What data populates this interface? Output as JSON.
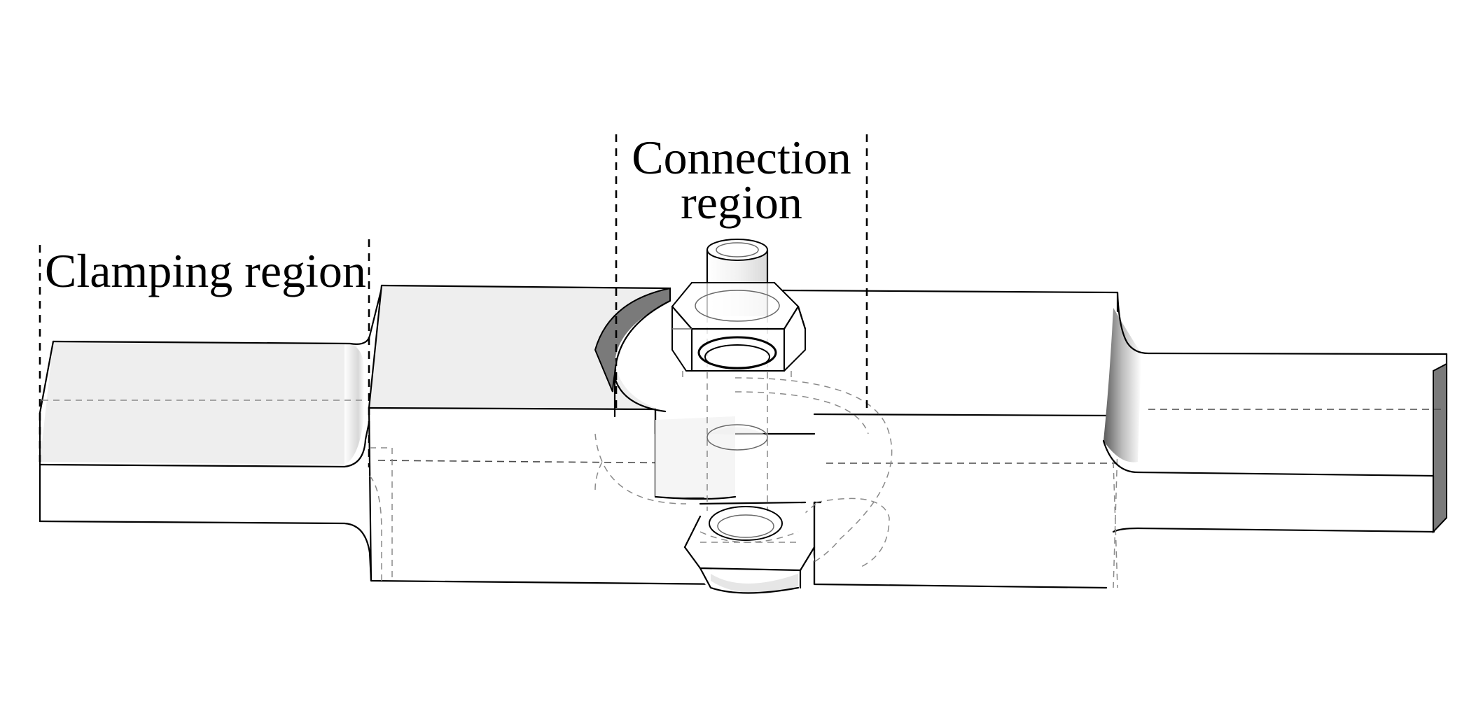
{
  "labels": {
    "clamping": "Clamping region",
    "connection_line1": "Connection",
    "connection_line2": "region"
  },
  "colors": {
    "background": "#ffffff",
    "line": "#000000",
    "shade_light": "#eeeeee",
    "shade_dark": "#7a7a7a"
  }
}
